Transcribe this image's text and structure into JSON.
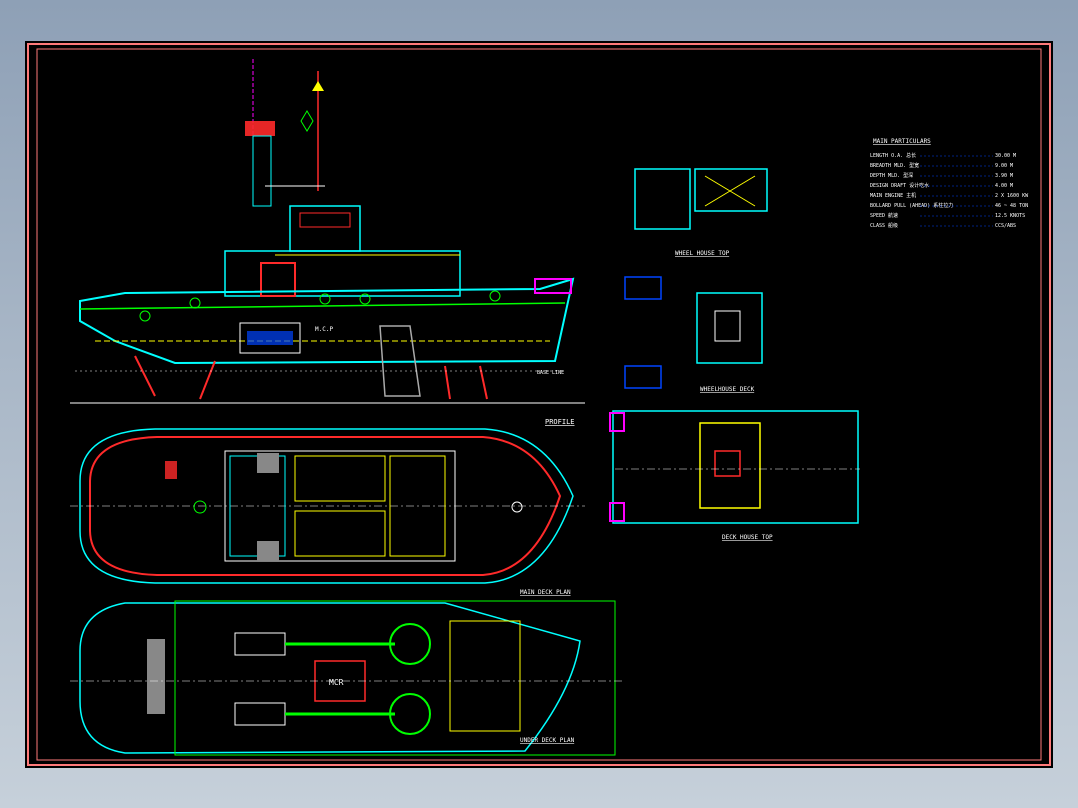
{
  "colors": {
    "background": "#000000",
    "border": "#ff7a7a",
    "hull": "#00ffff",
    "deck": "#ffff00",
    "structure": "#ff2a2a",
    "machinery": "#00ff00",
    "equipment": "#ff00ff",
    "centerline": "#ffffff"
  },
  "views": {
    "profile": "PROFILE",
    "wheel_house_top": "WHEEL HOUSE TOP",
    "wheelhouse_deck": "WHEELHOUSE DECK",
    "deck_house_top": "DECK HOUSE TOP",
    "main_deck_plan": "MAIN DECK PLAN",
    "under_deck_plan": "UNDER DECK PLAN"
  },
  "main_particulars": {
    "title": "MAIN PARTICULARS",
    "rows": [
      {
        "label": "LENGTH O.A. 总长",
        "value": "30.00 M"
      },
      {
        "label": "BREADTH MLD. 型宽",
        "value": "9.00 M"
      },
      {
        "label": "DEPTH MLD. 型深",
        "value": "3.90 M"
      },
      {
        "label": "DESIGN DRAFT 设计吃水",
        "value": "4.00 M"
      },
      {
        "label": "MAIN ENGINE 主机",
        "value": "2 X 1600 KW"
      },
      {
        "label": "BOLLARD PULL (AHEAD) 系柱拉力",
        "value": "46 ~ 48 TON"
      },
      {
        "label": "SPEED 航速",
        "value": "12.5 KNOTS"
      },
      {
        "label": "CLASS 船级",
        "value": "CCS/ABS"
      }
    ]
  },
  "annotations": {
    "profile_ref": "M.C.P",
    "base_line": "BASE LINE",
    "mcr": "MCR"
  }
}
